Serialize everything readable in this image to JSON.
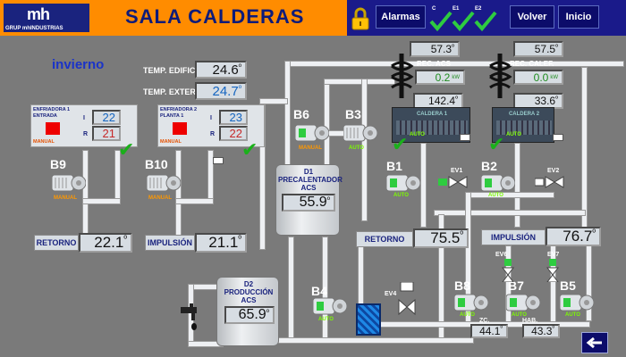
{
  "header": {
    "logo_text": "mh",
    "logo_sub": "GRUP mhINDUSTRIAS",
    "title": "SALA CALDERAS",
    "buttons": {
      "alarmas": "Alarmas",
      "volver": "Volver",
      "inicio": "Inicio"
    },
    "check_labels": [
      "C",
      "E1",
      "E2"
    ]
  },
  "season": "invierno",
  "temps": {
    "edificio_label": "TEMP. EDIFICIO",
    "edificio": "24.6",
    "exterior_label": "TEMP. EXTERIOR",
    "exterior": "24.7",
    "deg": "º"
  },
  "chillers": [
    {
      "title": "ENFRIADORA 1 ENTRADA",
      "mode": "MANUAL",
      "i_label": "I",
      "r_label": "R",
      "i": "22",
      "r": "21"
    },
    {
      "title": "ENFRIADORA 2 PLANTA 1",
      "mode": "MANUAL",
      "i_label": "I",
      "r_label": "R",
      "i": "23",
      "r": "22"
    }
  ],
  "pumps": {
    "b9": {
      "name": "B9",
      "mode": "MANUAL"
    },
    "b10": {
      "name": "B10",
      "mode": "MANUAL"
    },
    "b6": {
      "name": "B6",
      "mode": "MANUAL"
    },
    "b3": {
      "name": "B3",
      "mode": "AUTO"
    },
    "b1": {
      "name": "B1",
      "mode": "AUTO"
    },
    "b2": {
      "name": "B2",
      "mode": "AUTO"
    },
    "b4": {
      "name": "B4",
      "mode": "AUTO"
    },
    "b8": {
      "name": "B8",
      "mode": "AUTO"
    },
    "b7": {
      "name": "B7",
      "mode": "AUTO"
    },
    "b5": {
      "name": "B5",
      "mode": "AUTO"
    }
  },
  "left_lines": {
    "retorno_label": "RETORNO",
    "retorno": "22.1",
    "impulsion_label": "IMPULSIÓN",
    "impulsion": "21.1"
  },
  "tanks": {
    "d1": {
      "name": "D1",
      "label": "PRECALENTADOR ACS",
      "value": "55.9"
    },
    "d2": {
      "name": "D2",
      "label": "PRODUCCIÓN ACS",
      "value": "65.9"
    }
  },
  "boilers": {
    "c1": {
      "label": "CALDERA 1",
      "mode": "AUTO",
      "top": "57.3",
      "rec_label": "REC. ACS",
      "kw": "0.2",
      "unit": "kW",
      "out": "142.4"
    },
    "c2": {
      "label": "CALDERA 2",
      "mode": "AUTO",
      "top": "57.5",
      "rec_label": "REC. CALEF.",
      "kw": "0.0",
      "unit": "kW",
      "out": "33.6"
    }
  },
  "main_lines": {
    "retorno_label": "RETORNO",
    "retorno": "75.5",
    "impulsion_label": "IMPULSIÓN",
    "impulsion": "76.7"
  },
  "valves": {
    "ev1": "EV1",
    "ev2": "EV2",
    "ev4": "EV4",
    "ev6": "EV6",
    "ev7": "EV7"
  },
  "bottom": {
    "zc_label": "ZC.",
    "zc": "44.1",
    "hab_label": "HAB.",
    "hab": "43.3"
  },
  "colors": {
    "header": "#ff8c00",
    "nav": "#1a1a8a",
    "background": "#7a7a7a",
    "ok": "#1ab01a"
  }
}
